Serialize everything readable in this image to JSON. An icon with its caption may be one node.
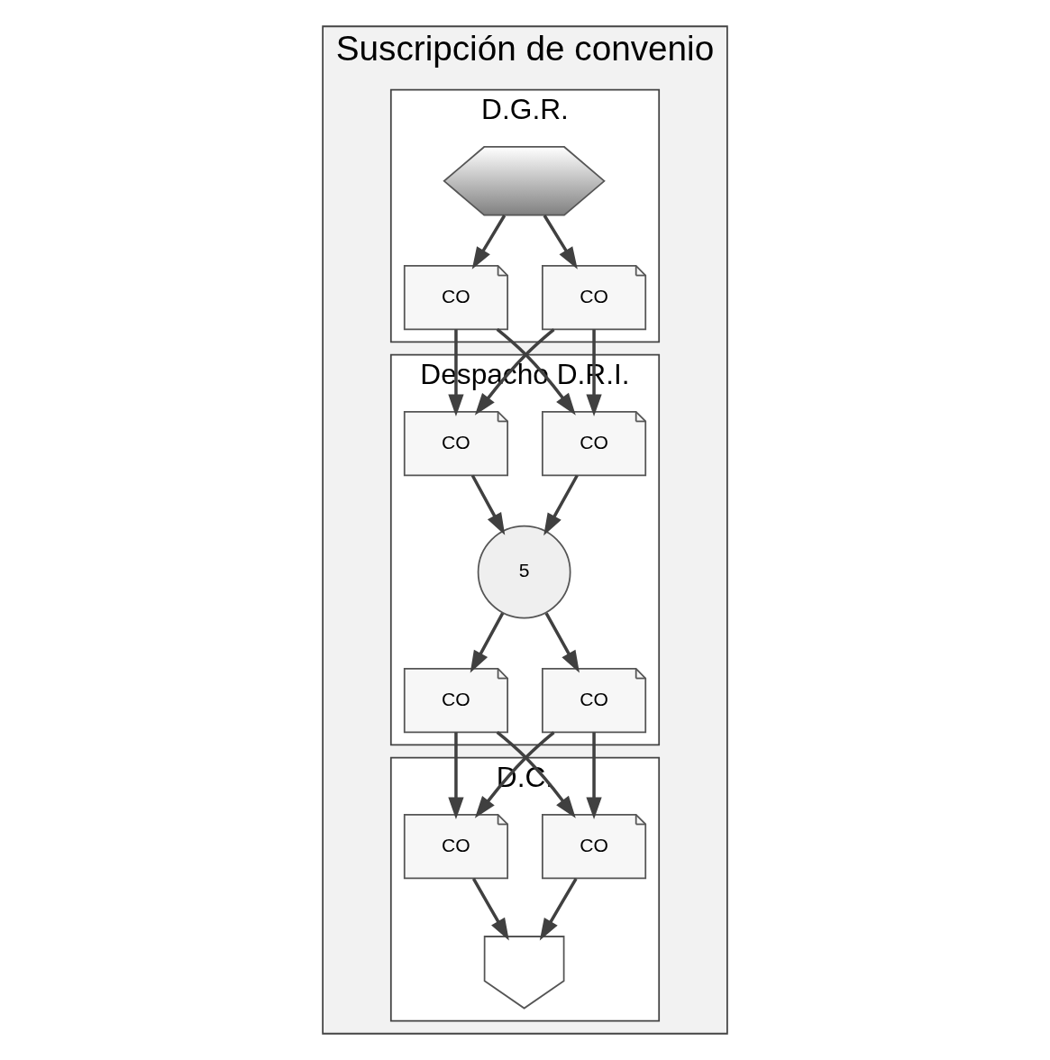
{
  "diagram": {
    "nodes": [
      {
        "text": [
          "Suscripción de convenio"
        ]
      },
      {
        "text": [
          "Despacho D.R.I."
        ],
        "in": 0
      },
      {
        "text": [
          "D.C."
        ],
        "in": 0
      },
      {
        "text": [
          "D.G.R."
        ],
        "in": 0
      },
      {
        "text": [],
        "shape": "hexagon",
        "in": 3
      },
      {
        "text": [
          "CO"
        ],
        "in": 3
      },
      {
        "text": [
          "CO"
        ],
        "in": 3
      },
      {
        "text": [
          "CO"
        ],
        "in": 1
      },
      {
        "text": [
          "CO"
        ],
        "in": 1
      },
      {
        "text": [
          "5"
        ],
        "in": 1
      },
      {
        "text": [
          "CO"
        ],
        "in": 1
      },
      {
        "text": [
          "CO"
        ],
        "in": 1
      },
      {
        "text": [
          "CO"
        ],
        "in": 2
      },
      {
        "text": [
          "CO"
        ],
        "in": 2
      },
      {
        "text": [],
        "shape": "pentagon",
        "in": 2
      }
    ],
    "edges": [
      {
        "from": 4,
        "to": 5,
        "arrow": "to"
      },
      {
        "from": 4,
        "to": 6,
        "arrow": "to"
      },
      {
        "from": 5,
        "to": 7,
        "arrow": "to"
      },
      {
        "from": 5,
        "to": 8,
        "arrow": "to"
      },
      {
        "from": 6,
        "to": 7,
        "arrow": "to"
      },
      {
        "from": 6,
        "to": 8,
        "arrow": "to"
      },
      {
        "from": 7,
        "to": 9,
        "arrow": "to"
      },
      {
        "from": 8,
        "to": 9,
        "arrow": "to"
      },
      {
        "from": 9,
        "to": 10,
        "arrow": "to"
      },
      {
        "from": 9,
        "to": 11,
        "arrow": "to"
      },
      {
        "from": 10,
        "to": 12,
        "arrow": "to"
      },
      {
        "from": 10,
        "to": 13,
        "arrow": "to"
      },
      {
        "from": 11,
        "to": 12,
        "arrow": "to"
      },
      {
        "from": 11,
        "to": 13,
        "arrow": "to"
      },
      {
        "from": 12,
        "to": 14,
        "arrow": "to"
      },
      {
        "from": 13,
        "to": 14,
        "arrow": "to"
      }
    ]
  }
}
